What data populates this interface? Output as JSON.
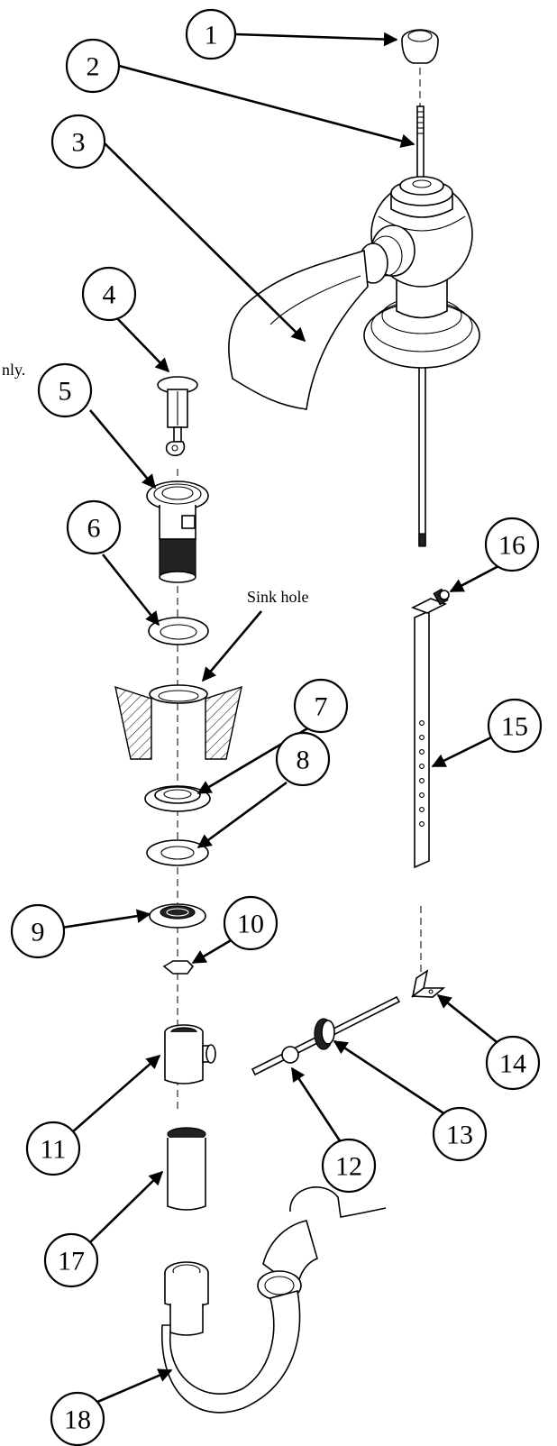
{
  "diagram": {
    "note_fragment": "nly.",
    "sink_hole_label": "Sink hole",
    "callouts": [
      "1",
      "2",
      "3",
      "4",
      "5",
      "6",
      "7",
      "8",
      "9",
      "10",
      "11",
      "12",
      "13",
      "14",
      "15",
      "16",
      "17",
      "18"
    ]
  }
}
